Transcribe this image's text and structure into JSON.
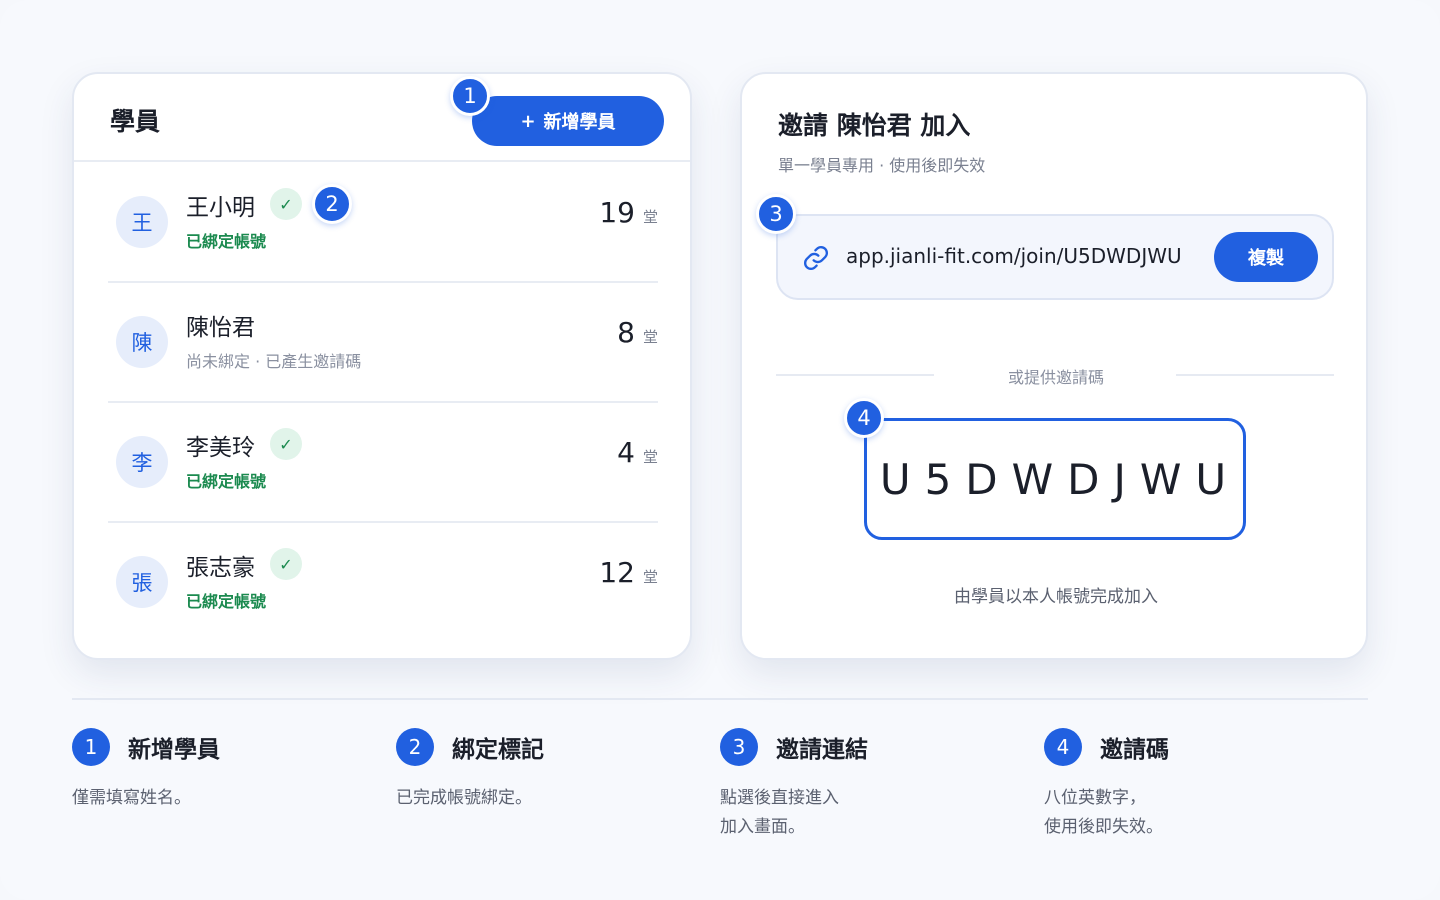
{
  "students_card": {
    "title": "學員",
    "add_button": {
      "icon": "+",
      "label": "新增學員"
    },
    "marker_add": "1",
    "marker_bind": "2",
    "rows": [
      {
        "avatar": "王",
        "name": "王小明",
        "status": "已綁定帳號",
        "bound": true,
        "count": "19",
        "unit": "堂"
      },
      {
        "avatar": "陳",
        "name": "陳怡君",
        "status": "尚未綁定 · 已產生邀請碼",
        "bound": false,
        "count": "8",
        "unit": "堂"
      },
      {
        "avatar": "李",
        "name": "李美玲",
        "status": "已綁定帳號",
        "bound": true,
        "count": "4",
        "unit": "堂"
      },
      {
        "avatar": "張",
        "name": "張志豪",
        "status": "已綁定帳號",
        "bound": true,
        "count": "12",
        "unit": "堂"
      }
    ],
    "check_glyph": "✓"
  },
  "invite_card": {
    "title": "邀請 陳怡君 加入",
    "subtitle": "單一學員專用 · 使用後即失效",
    "marker_link": "3",
    "link": "app.jianli-fit.com/join/U5DWDJWU",
    "link_icon": "link-icon",
    "copy_label": "複製",
    "or_text": "或提供邀請碼",
    "marker_code": "4",
    "code": "U5DWDJWU",
    "footer": "由學員以本人帳號完成加入"
  },
  "legend": [
    {
      "num": "1",
      "title": "新增學員",
      "desc": "僅需填寫姓名。"
    },
    {
      "num": "2",
      "title": "綁定標記",
      "desc": "已完成帳號綁定。"
    },
    {
      "num": "3",
      "title": "邀請連結",
      "desc": "點選後直接進入\n加入畫面。"
    },
    {
      "num": "4",
      "title": "邀請碼",
      "desc": "八位英數字，\n使用後即失效。"
    }
  ],
  "colors": {
    "accent": "#2160e0",
    "bound_green": "#1b8a4f",
    "check_bg": "#e1f4ea",
    "avatar_bg": "#e6edfb"
  }
}
